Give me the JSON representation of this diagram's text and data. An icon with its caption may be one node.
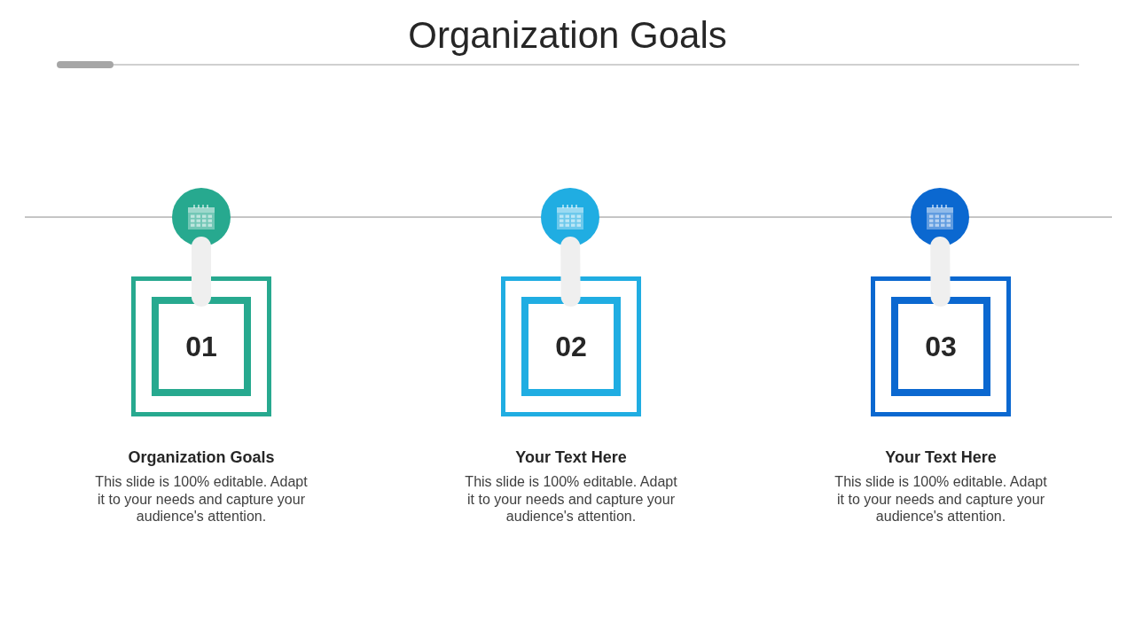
{
  "diagram": {
    "title": "Organization Goals",
    "nodes": [
      {
        "text": [],
        "shape": "circle"
      },
      {
        "text": [],
        "shape": "box",
        "beside": [
          "Organization Goals",
          "This slide is 100% editable. Adapt it to your needs and capture your audience's attention."
        ]
      },
      {
        "text": [
          "01"
        ],
        "in": 1
      },
      {
        "text": [],
        "shape": "circle"
      },
      {
        "text": [],
        "shape": "box",
        "beside": [
          "Your Text Here",
          "This slide is 100% editable. Adapt it to your needs and capture your audience's attention."
        ]
      },
      {
        "text": [
          "02"
        ],
        "in": 4
      },
      {
        "text": [],
        "shape": "circle"
      },
      {
        "text": [],
        "shape": "box",
        "beside": [
          "Your Text Here",
          "This slide is 100% editable. Adapt it to your needs and capture your audience's attention."
        ]
      },
      {
        "text": [
          "03"
        ],
        "in": 7
      }
    ],
    "edges": [
      {
        "from": null,
        "to": 0,
        "arrow": "none"
      },
      {
        "from": 0,
        "to": 3,
        "arrow": "none"
      },
      {
        "from": 3,
        "to": 6,
        "arrow": "none"
      },
      {
        "from": 6,
        "to": null,
        "arrow": "none"
      },
      {
        "from": 0,
        "to": 2,
        "arrow": "none",
        "style": "thick",
        "color": "#efefef"
      },
      {
        "from": 3,
        "to": 5,
        "arrow": "none",
        "style": "thick",
        "color": "#efefef"
      },
      {
        "from": 6,
        "to": 8,
        "arrow": "none",
        "style": "thick",
        "color": "#efefef"
      }
    ]
  }
}
